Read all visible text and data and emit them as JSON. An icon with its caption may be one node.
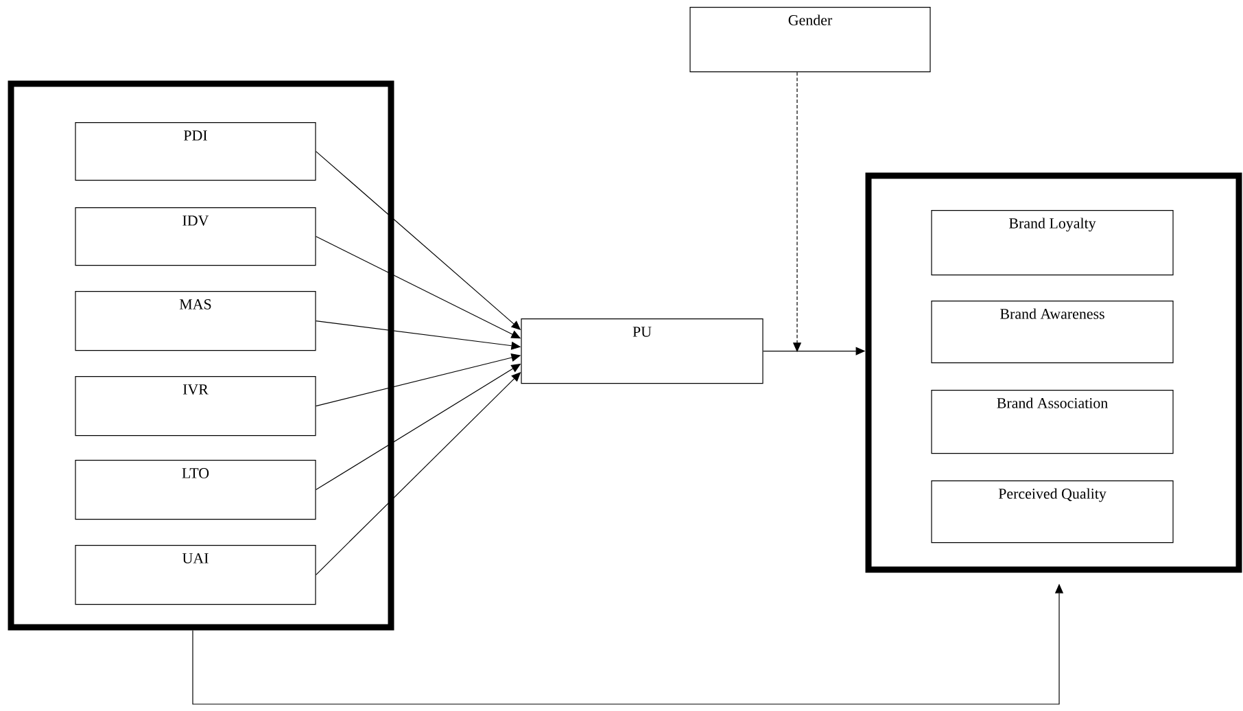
{
  "diagram": {
    "nodes": [
      {
        "text": [],
        "shape": "box"
      },
      {
        "text": [
          "PDI"
        ],
        "in": 0
      },
      {
        "text": [
          "IDV"
        ],
        "in": 0
      },
      {
        "text": [
          "MAS"
        ],
        "in": 0
      },
      {
        "text": [
          "IVR"
        ],
        "in": 0
      },
      {
        "text": [
          "LTO"
        ],
        "in": 0
      },
      {
        "text": [
          "UAI"
        ],
        "in": 0
      },
      {
        "text": [
          "PU"
        ]
      },
      {
        "text": [
          "Gender"
        ]
      },
      {
        "text": [],
        "shape": "box"
      },
      {
        "text": [
          "Brand Loyalty"
        ],
        "in": 9
      },
      {
        "text": [
          "Brand Awareness"
        ],
        "in": 9
      },
      {
        "text": [
          "Brand Association"
        ],
        "in": 9
      },
      {
        "text": [
          "Perceived Quality"
        ],
        "in": 9
      }
    ],
    "edges": [
      {
        "from": 1,
        "to": 7,
        "arrow": "to"
      },
      {
        "from": 2,
        "to": 7,
        "arrow": "to"
      },
      {
        "from": 3,
        "to": 7,
        "arrow": "to"
      },
      {
        "from": 4,
        "to": 7,
        "arrow": "to"
      },
      {
        "from": 5,
        "to": 7,
        "arrow": "to"
      },
      {
        "from": 6,
        "to": 7,
        "arrow": "to"
      },
      {
        "from": 7,
        "to": 9,
        "arrow": "to"
      },
      {
        "from": 8,
        "to": null,
        "arrow": "to",
        "style": "dashed"
      },
      {
        "from": 0,
        "to": 9,
        "arrow": "to"
      }
    ]
  }
}
